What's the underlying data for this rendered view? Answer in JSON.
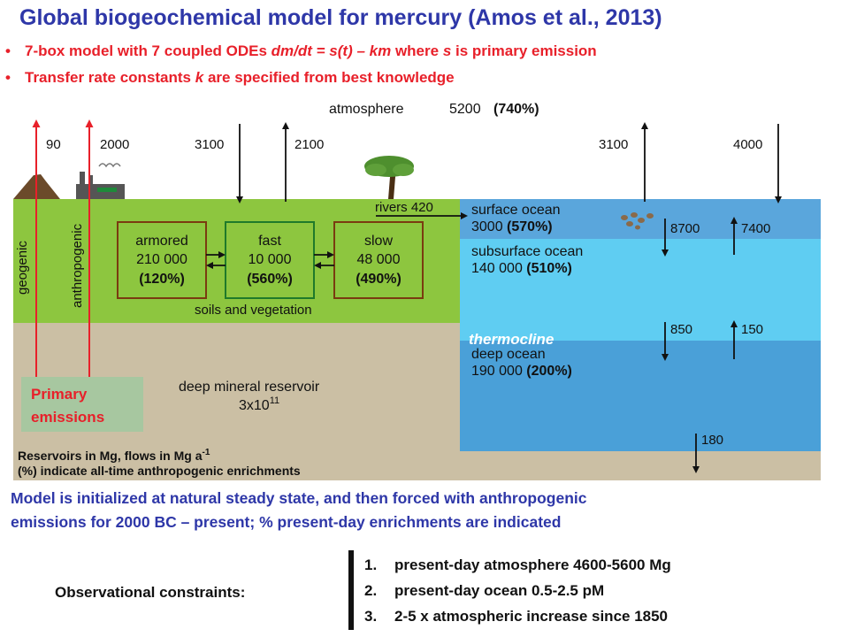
{
  "header": {
    "title": "Global biogeochemical model for mercury (Amos et al., 2013)",
    "bullets": [
      {
        "pre": "7-box model with 7 coupled ODEs  ",
        "em": "dm/dt = s(t) – km",
        "post": "  where ",
        "em2": "s",
        "post2": " is primary emission"
      },
      {
        "pre": "Transfer rate constants ",
        "em": "k",
        "post": " are specified from best knowledge",
        "em2": "",
        "post2": ""
      }
    ]
  },
  "diagram": {
    "atmosphere": {
      "label": "atmosphere",
      "value": "5200",
      "pct": "(740%)"
    },
    "flux_labels": {
      "geogenic_up": "90",
      "anthropogenic_up": "2000",
      "land_deposition": "3100",
      "land_emission": "2100",
      "ocean_emission": "3100",
      "ocean_deposition": "4000",
      "rivers": "rivers 420",
      "surface_to_sub": "8700",
      "sub_to_surface": "7400",
      "sub_to_deep": "850",
      "deep_to_sub": "150",
      "burial": "180"
    },
    "source_labels": {
      "geogenic": "geogenic",
      "anthropogenic": "anthropogenic"
    },
    "soil_boxes": [
      {
        "name": "armored",
        "value": "210 000",
        "pct": "(120%)"
      },
      {
        "name": "fast",
        "value": "10 000",
        "pct": "(560%)"
      },
      {
        "name": "slow",
        "value": "48 000",
        "pct": "(490%)"
      }
    ],
    "soils_label": "soils and vegetation",
    "surface_ocean": {
      "name": "surface ocean",
      "value": "3000",
      "pct": "(570%)"
    },
    "subsurface_ocean": {
      "name": "subsurface ocean",
      "value": "140 000",
      "pct": "(510%)"
    },
    "thermocline": "thermocline",
    "deep_ocean": {
      "name": "deep ocean",
      "value": "190 000",
      "pct": "(200%)"
    },
    "mineral": {
      "name": "deep mineral reservoir",
      "value": "3x10",
      "exp": "11"
    },
    "primary_emissions": [
      "Primary",
      "emissions"
    ],
    "legend": {
      "line1": "Reservoirs in Mg, flows in Mg a",
      "line1_sup": "-1",
      "line2": "(%) indicate all-time anthropogenic enrichments"
    },
    "colors": {
      "land": "#8dc63f",
      "mineral": "#cbbfa4",
      "surface_ocean": "#5aa6dc",
      "subsurface_ocean": "#5fcdf2",
      "deep_ocean": "#4aa0d8",
      "arrow_red": "#e8202a",
      "box_border_brown": "#7a3b10",
      "box_border_green": "#1f7a2a"
    }
  },
  "footer": {
    "note_line1": "Model is initialized at natural steady state, and then forced with anthropogenic",
    "note_line2": "emissions for 2000 BC – present; % present-day enrichments are indicated",
    "constraints_label": "Observational constraints:",
    "constraints": [
      {
        "num": "1.",
        "text": "present-day atmosphere 4600-5600 Mg"
      },
      {
        "num": "2.",
        "text": "present-day ocean 0.5-2.5 pM"
      },
      {
        "num": "3.",
        "text": "2-5 x atmospheric increase since 1850"
      }
    ]
  }
}
